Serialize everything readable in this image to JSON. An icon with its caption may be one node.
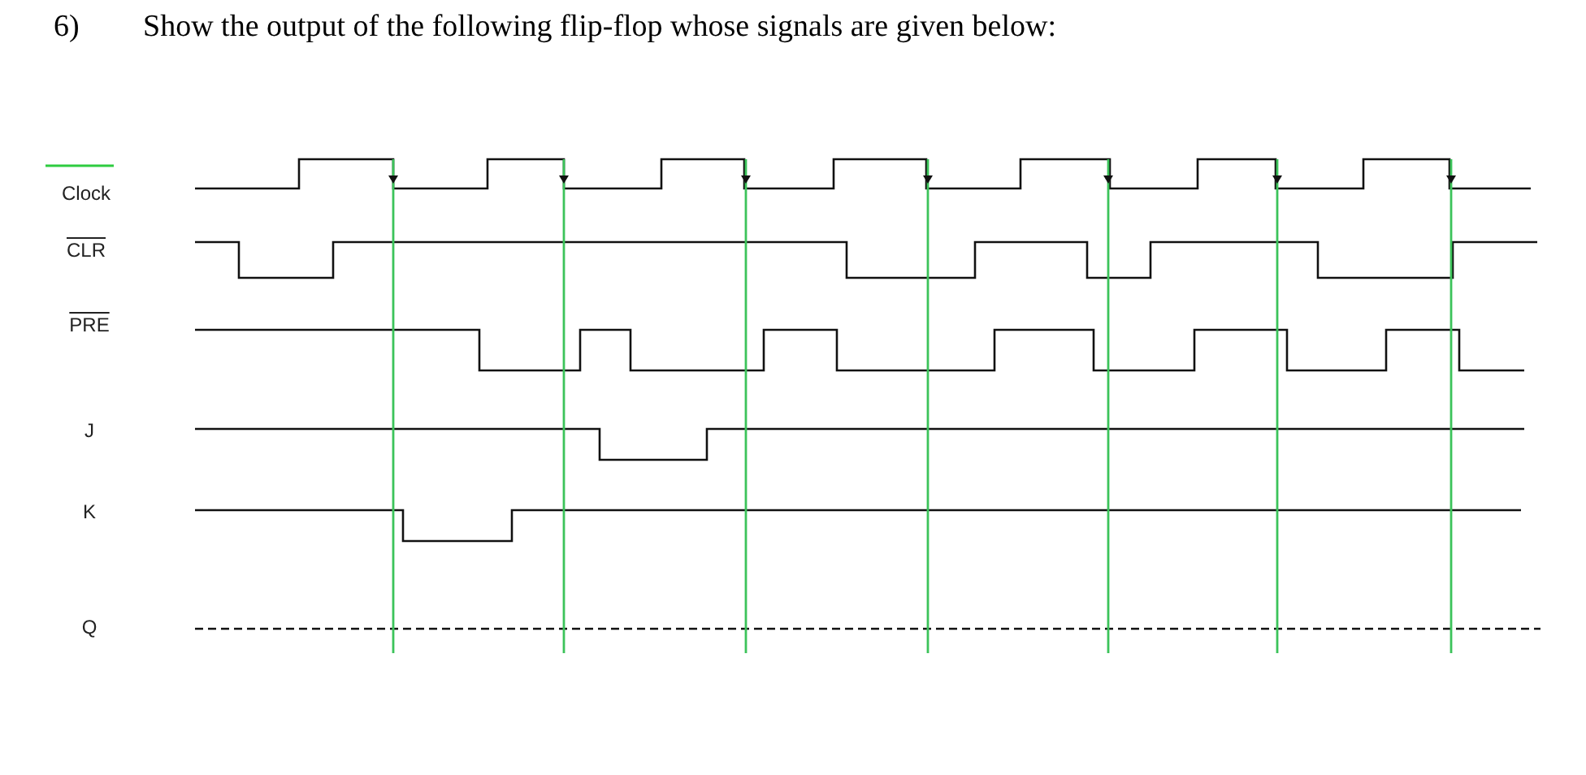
{
  "diagram": {
    "title": "Show the output of the following flip-flop whose signals are given below:",
    "labels": [
      "6)",
      "Clock",
      "CLR",
      "PRE",
      "J",
      "K",
      "Q"
    ]
  }
}
